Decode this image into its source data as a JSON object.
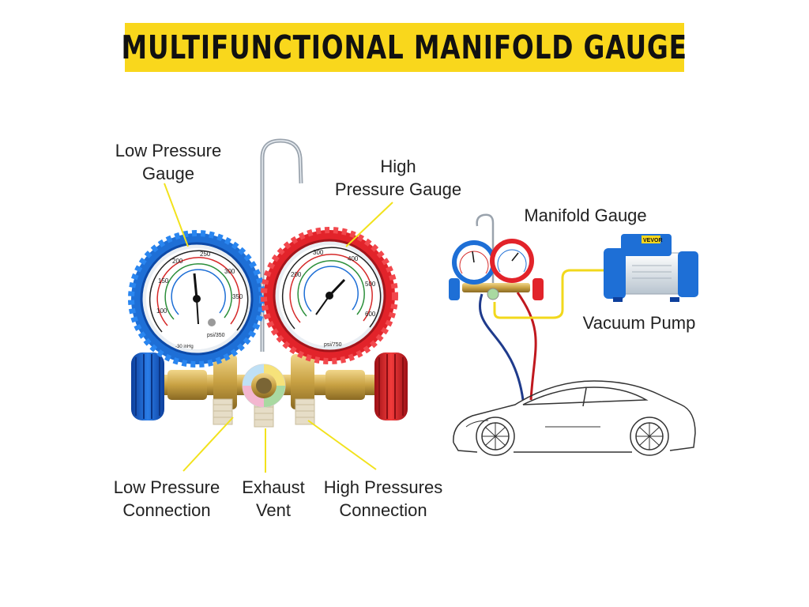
{
  "banner": {
    "title": "MULTIFUNCTIONAL MANIFOLD GAUGE"
  },
  "labels": {
    "low_pressure_gauge": [
      "Low Pressure",
      "Gauge"
    ],
    "high_pressure_gauge": [
      "High",
      "Pressure Gauge"
    ],
    "low_pressure_connection": [
      "Low Pressure",
      "Connection"
    ],
    "exhaust_vent": [
      "Exhaust",
      "Vent"
    ],
    "high_pressures_connection": [
      "High Pressures",
      "Connection"
    ],
    "manifold_gauge": "Manifold Gauge",
    "vacuum_pump": "Vacuum Pump"
  },
  "gauges": {
    "low": {
      "ticks": [
        "100",
        "150",
        "200",
        "250",
        "300",
        "350"
      ],
      "unit": "psi/350",
      "vac": "-30 inHg"
    },
    "high": {
      "ticks": [
        "200",
        "300",
        "400",
        "500",
        "600"
      ],
      "unit": "psi/750"
    }
  },
  "pump_brand": "VEVOR",
  "colors": {
    "banner": "#f9d71c",
    "leader_lines": "#f2e21c",
    "low_side": "#1e6fd6",
    "high_side": "#e2232a",
    "brass": "#c8a143"
  }
}
